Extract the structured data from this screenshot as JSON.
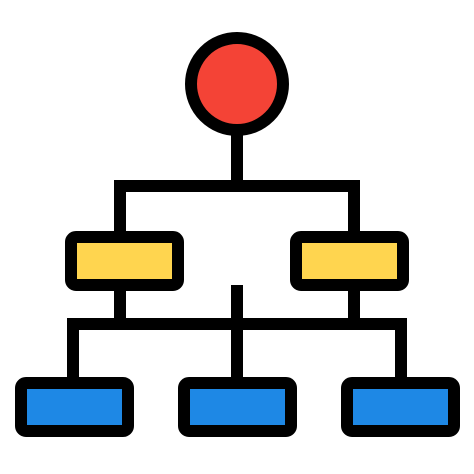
{
  "icon": {
    "name": "hierarchy-structure-icon",
    "colors": {
      "outline": "#000000",
      "root_fill": "#f44336",
      "middle_fill": "#ffd54f",
      "leaf_fill": "#1e88e5",
      "background": "#ffffff"
    },
    "nodes": [
      {
        "id": "root",
        "shape": "circle",
        "level": 0
      },
      {
        "id": "mid-left",
        "shape": "rect",
        "level": 1
      },
      {
        "id": "mid-right",
        "shape": "rect",
        "level": 1
      },
      {
        "id": "leaf-left",
        "shape": "rect",
        "level": 2
      },
      {
        "id": "leaf-center",
        "shape": "rect",
        "level": 2
      },
      {
        "id": "leaf-right",
        "shape": "rect",
        "level": 2
      }
    ]
  }
}
